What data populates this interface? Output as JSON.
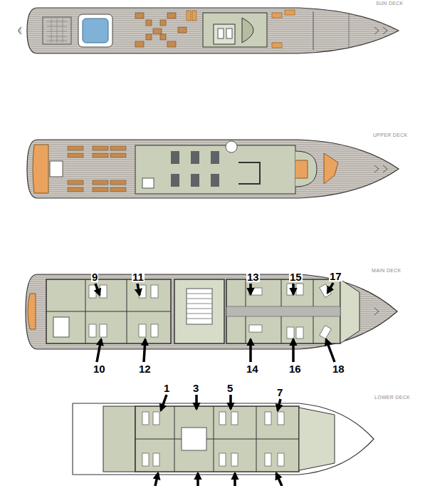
{
  "diagram": {
    "labels": [
      "SUN DECK",
      "UPPER DECK",
      "MAIN DECK",
      "9",
      "11",
      "13",
      "15",
      "17",
      "10",
      "12",
      "14",
      "16",
      "18",
      "LOWER DECK",
      "1",
      "3",
      "5",
      "7"
    ]
  }
}
